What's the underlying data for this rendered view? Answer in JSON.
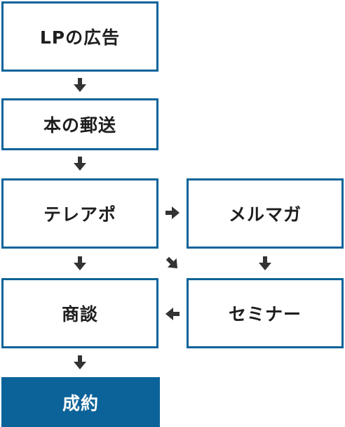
{
  "nodes": {
    "lp_ad": "LPの広告",
    "book_mail": "本の郵送",
    "telemarketing": "テレアポ",
    "mail_magazine": "メルマガ",
    "negotiation": "商談",
    "seminar": "セミナー",
    "contract": "成約"
  },
  "colors": {
    "border": "#0c6399",
    "final_fill": "#0c6399",
    "text": "#1e1e1e",
    "arrow": "#333333"
  },
  "edges": [
    {
      "from": "lp_ad",
      "to": "book_mail",
      "direction": "down"
    },
    {
      "from": "book_mail",
      "to": "telemarketing",
      "direction": "down"
    },
    {
      "from": "telemarketing",
      "to": "mail_magazine",
      "direction": "right"
    },
    {
      "from": "telemarketing",
      "to": "negotiation",
      "direction": "down"
    },
    {
      "from": "telemarketing",
      "to": "seminar",
      "direction": "down-right"
    },
    {
      "from": "mail_magazine",
      "to": "seminar",
      "direction": "down"
    },
    {
      "from": "seminar",
      "to": "negotiation",
      "direction": "left"
    },
    {
      "from": "negotiation",
      "to": "contract",
      "direction": "down"
    }
  ]
}
